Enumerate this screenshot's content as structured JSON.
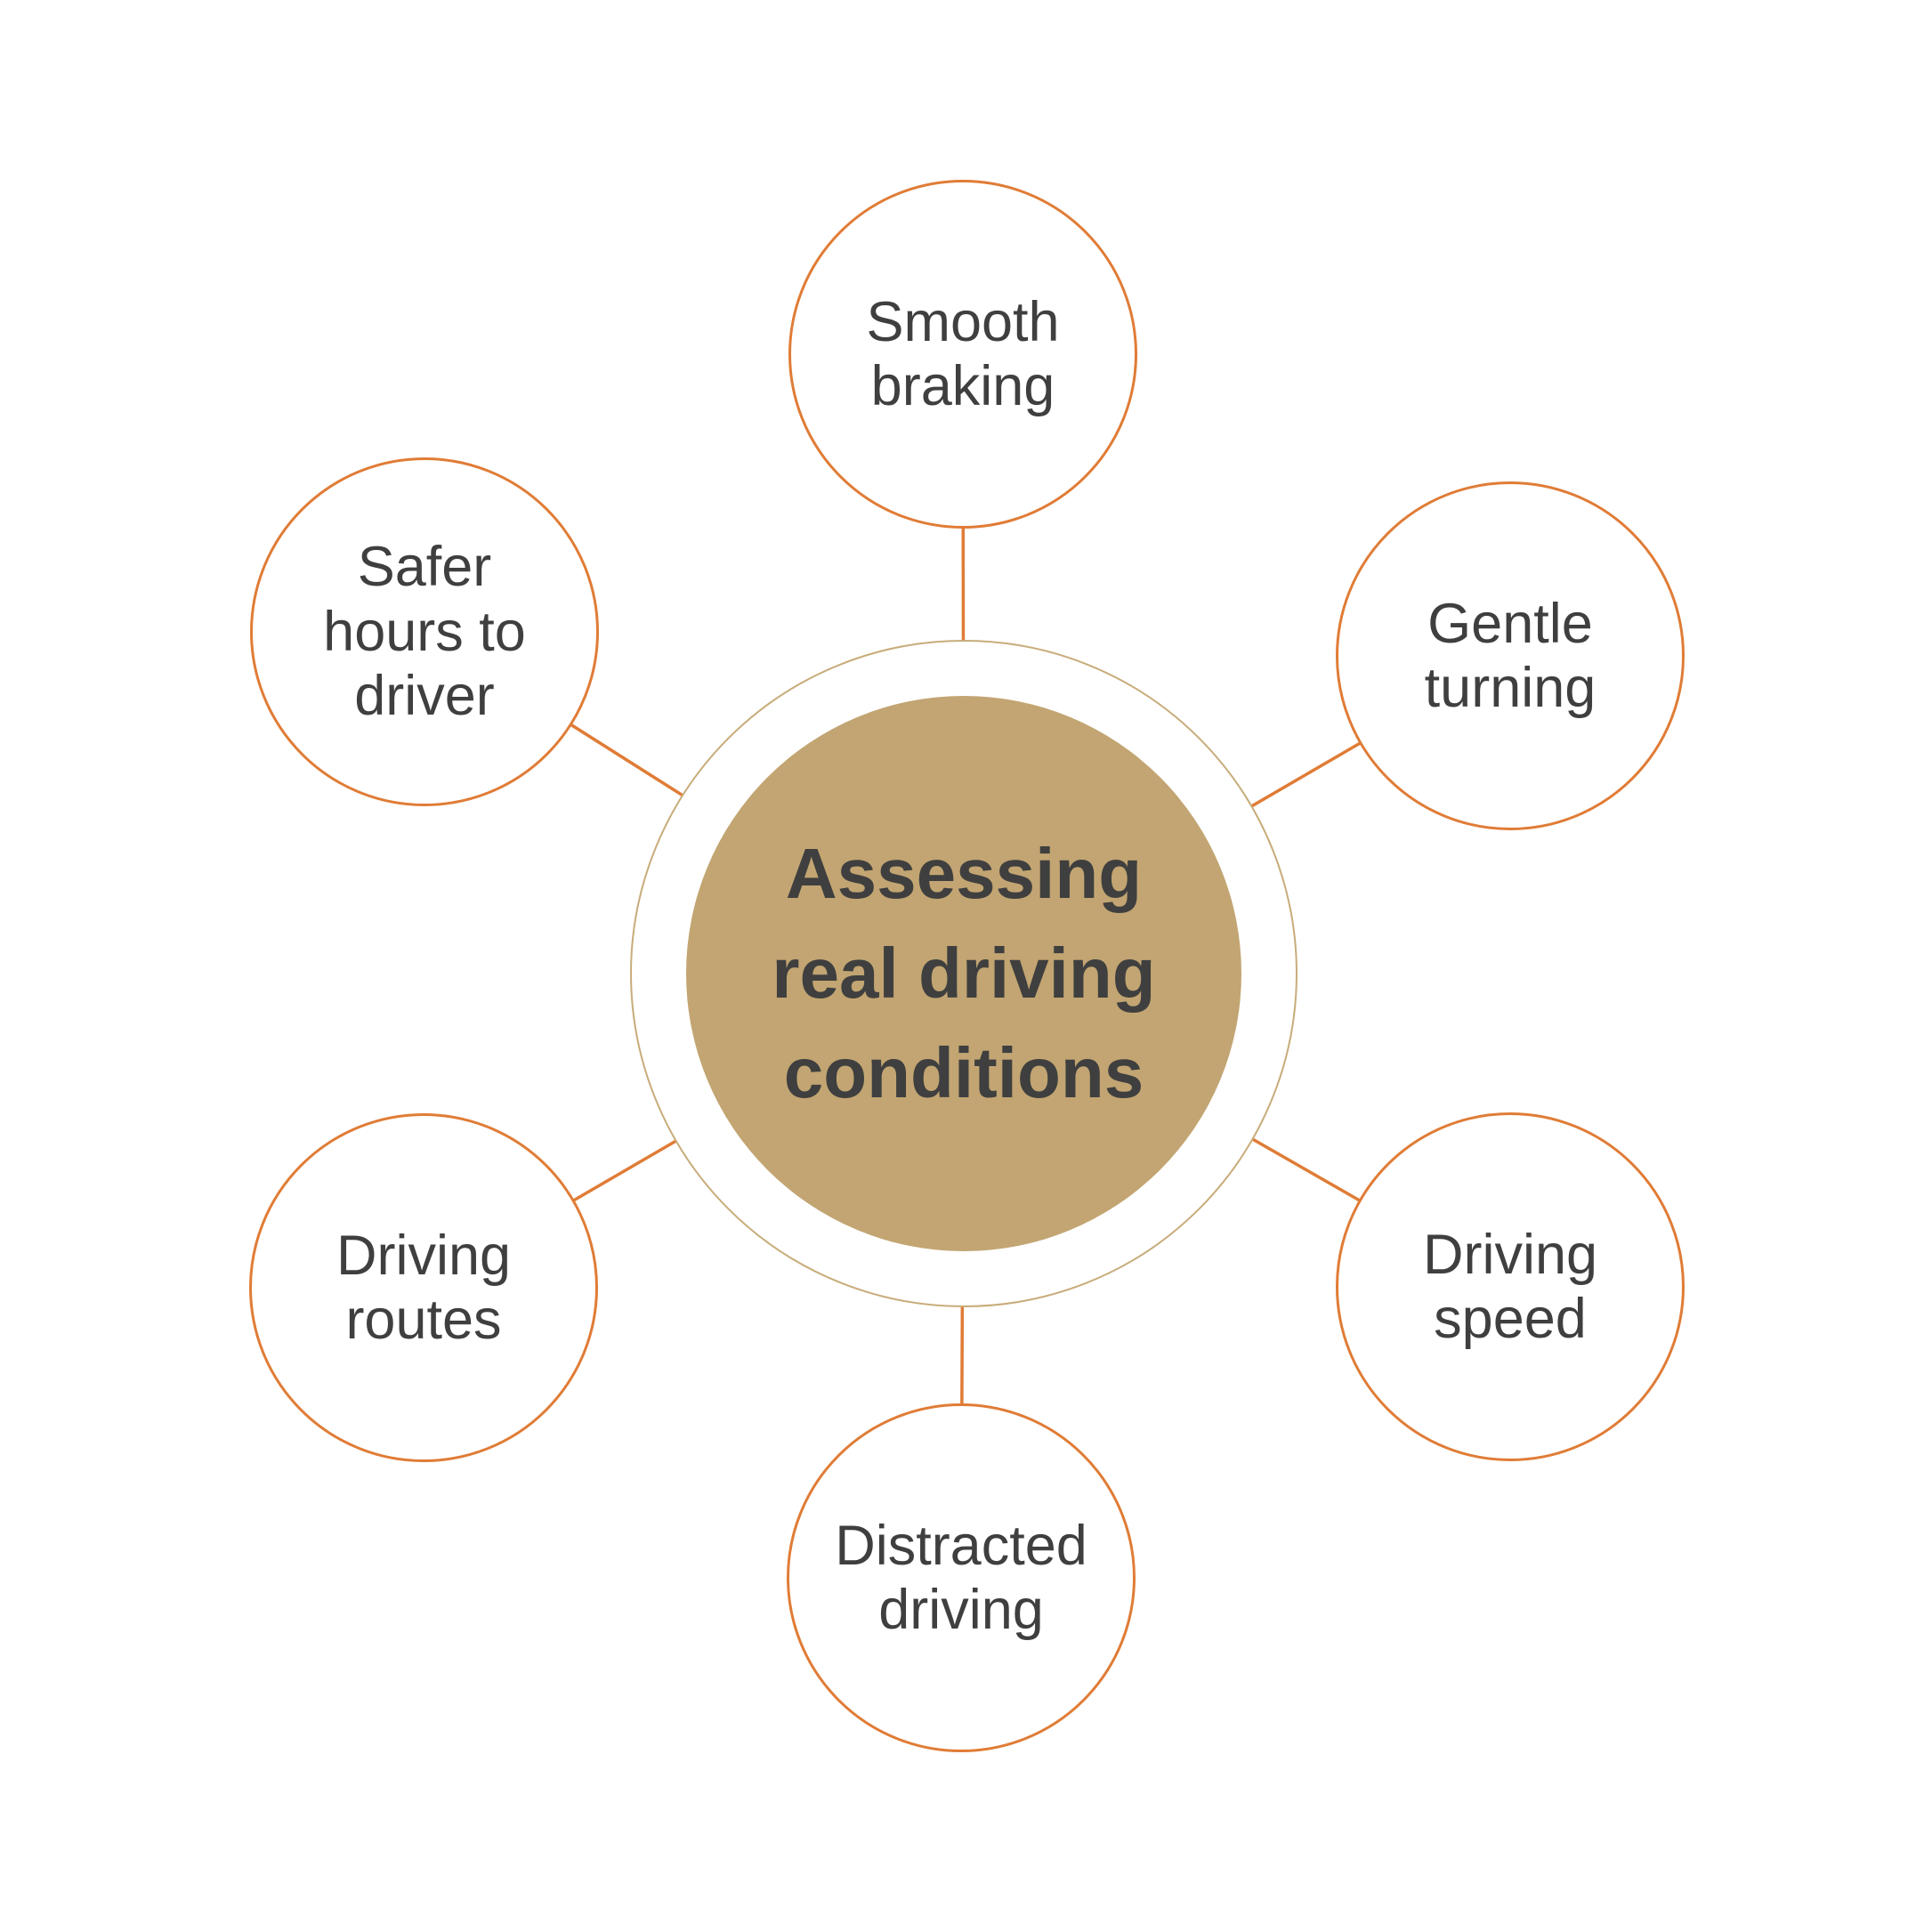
{
  "diagram": {
    "center": {
      "label": "Assessing\nreal driving\nconditions"
    },
    "nodes": [
      {
        "id": "smooth-braking",
        "position": "top",
        "label": "Smooth\nbraking"
      },
      {
        "id": "gentle-turning",
        "position": "top-right",
        "label": "Gentle\nturning"
      },
      {
        "id": "driving-speed",
        "position": "bottom-right",
        "label": "Driving\nspeed"
      },
      {
        "id": "distracted-driving",
        "position": "bottom",
        "label": "Distracted\ndriving"
      },
      {
        "id": "driving-routes",
        "position": "bottom-left",
        "label": "Driving\nroutes"
      },
      {
        "id": "safer-hours-to-driver",
        "position": "top-left",
        "label": "Safer\nhours to\ndriver"
      }
    ],
    "colors": {
      "accent_orange": "#E07C36",
      "center_fill_tan": "#C2A572",
      "ring_border_tan": "#C8AC7A",
      "text_dark": "#3F3F3F",
      "background": "#FFFFFF"
    }
  }
}
